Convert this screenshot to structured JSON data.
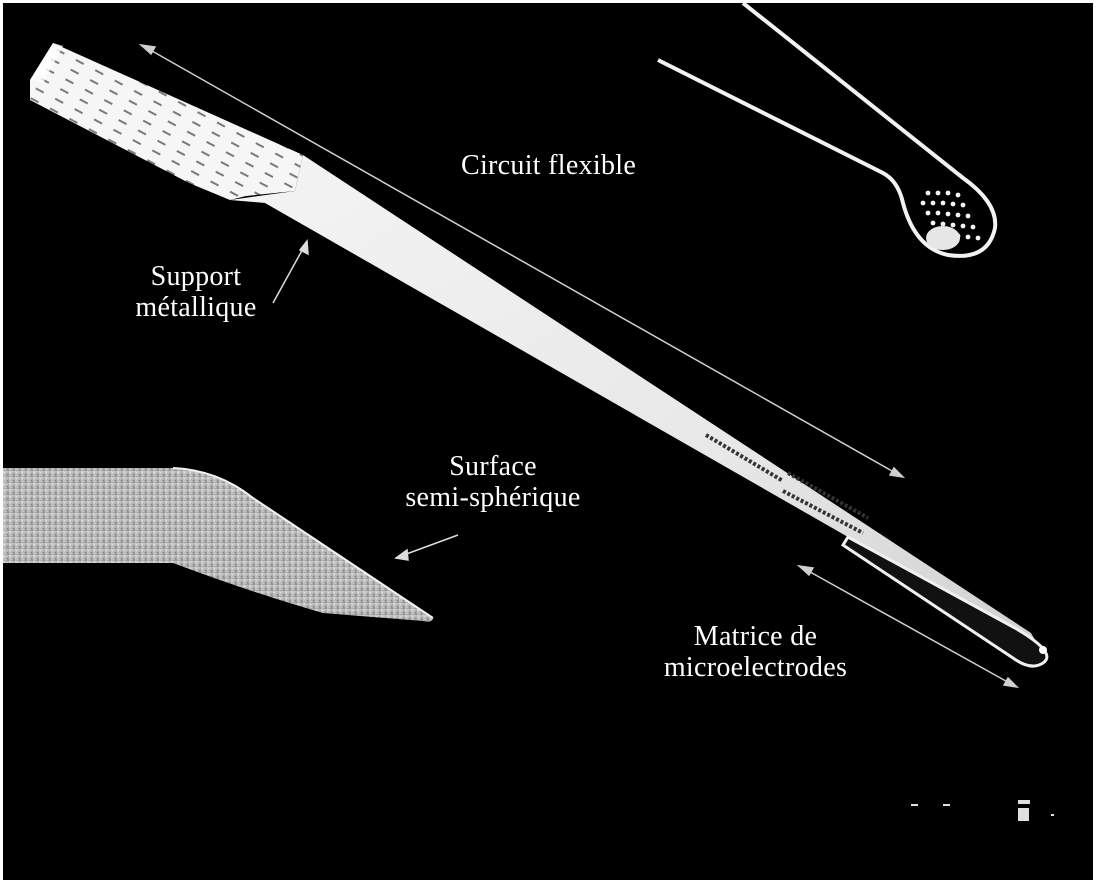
{
  "image": {
    "kind": "annotated photograph",
    "background_color": "#000000",
    "frame_color": "#ffffff"
  },
  "labels": {
    "circuit_flexible": [
      "Circuit flexible"
    ],
    "support_metallique": [
      "Support",
      "métallique"
    ],
    "surface_semi_spherique": [
      "Surface",
      "semi-sphérique"
    ],
    "matrice_microelectrodes": [
      "Matrice de",
      "microelectrodes"
    ]
  }
}
